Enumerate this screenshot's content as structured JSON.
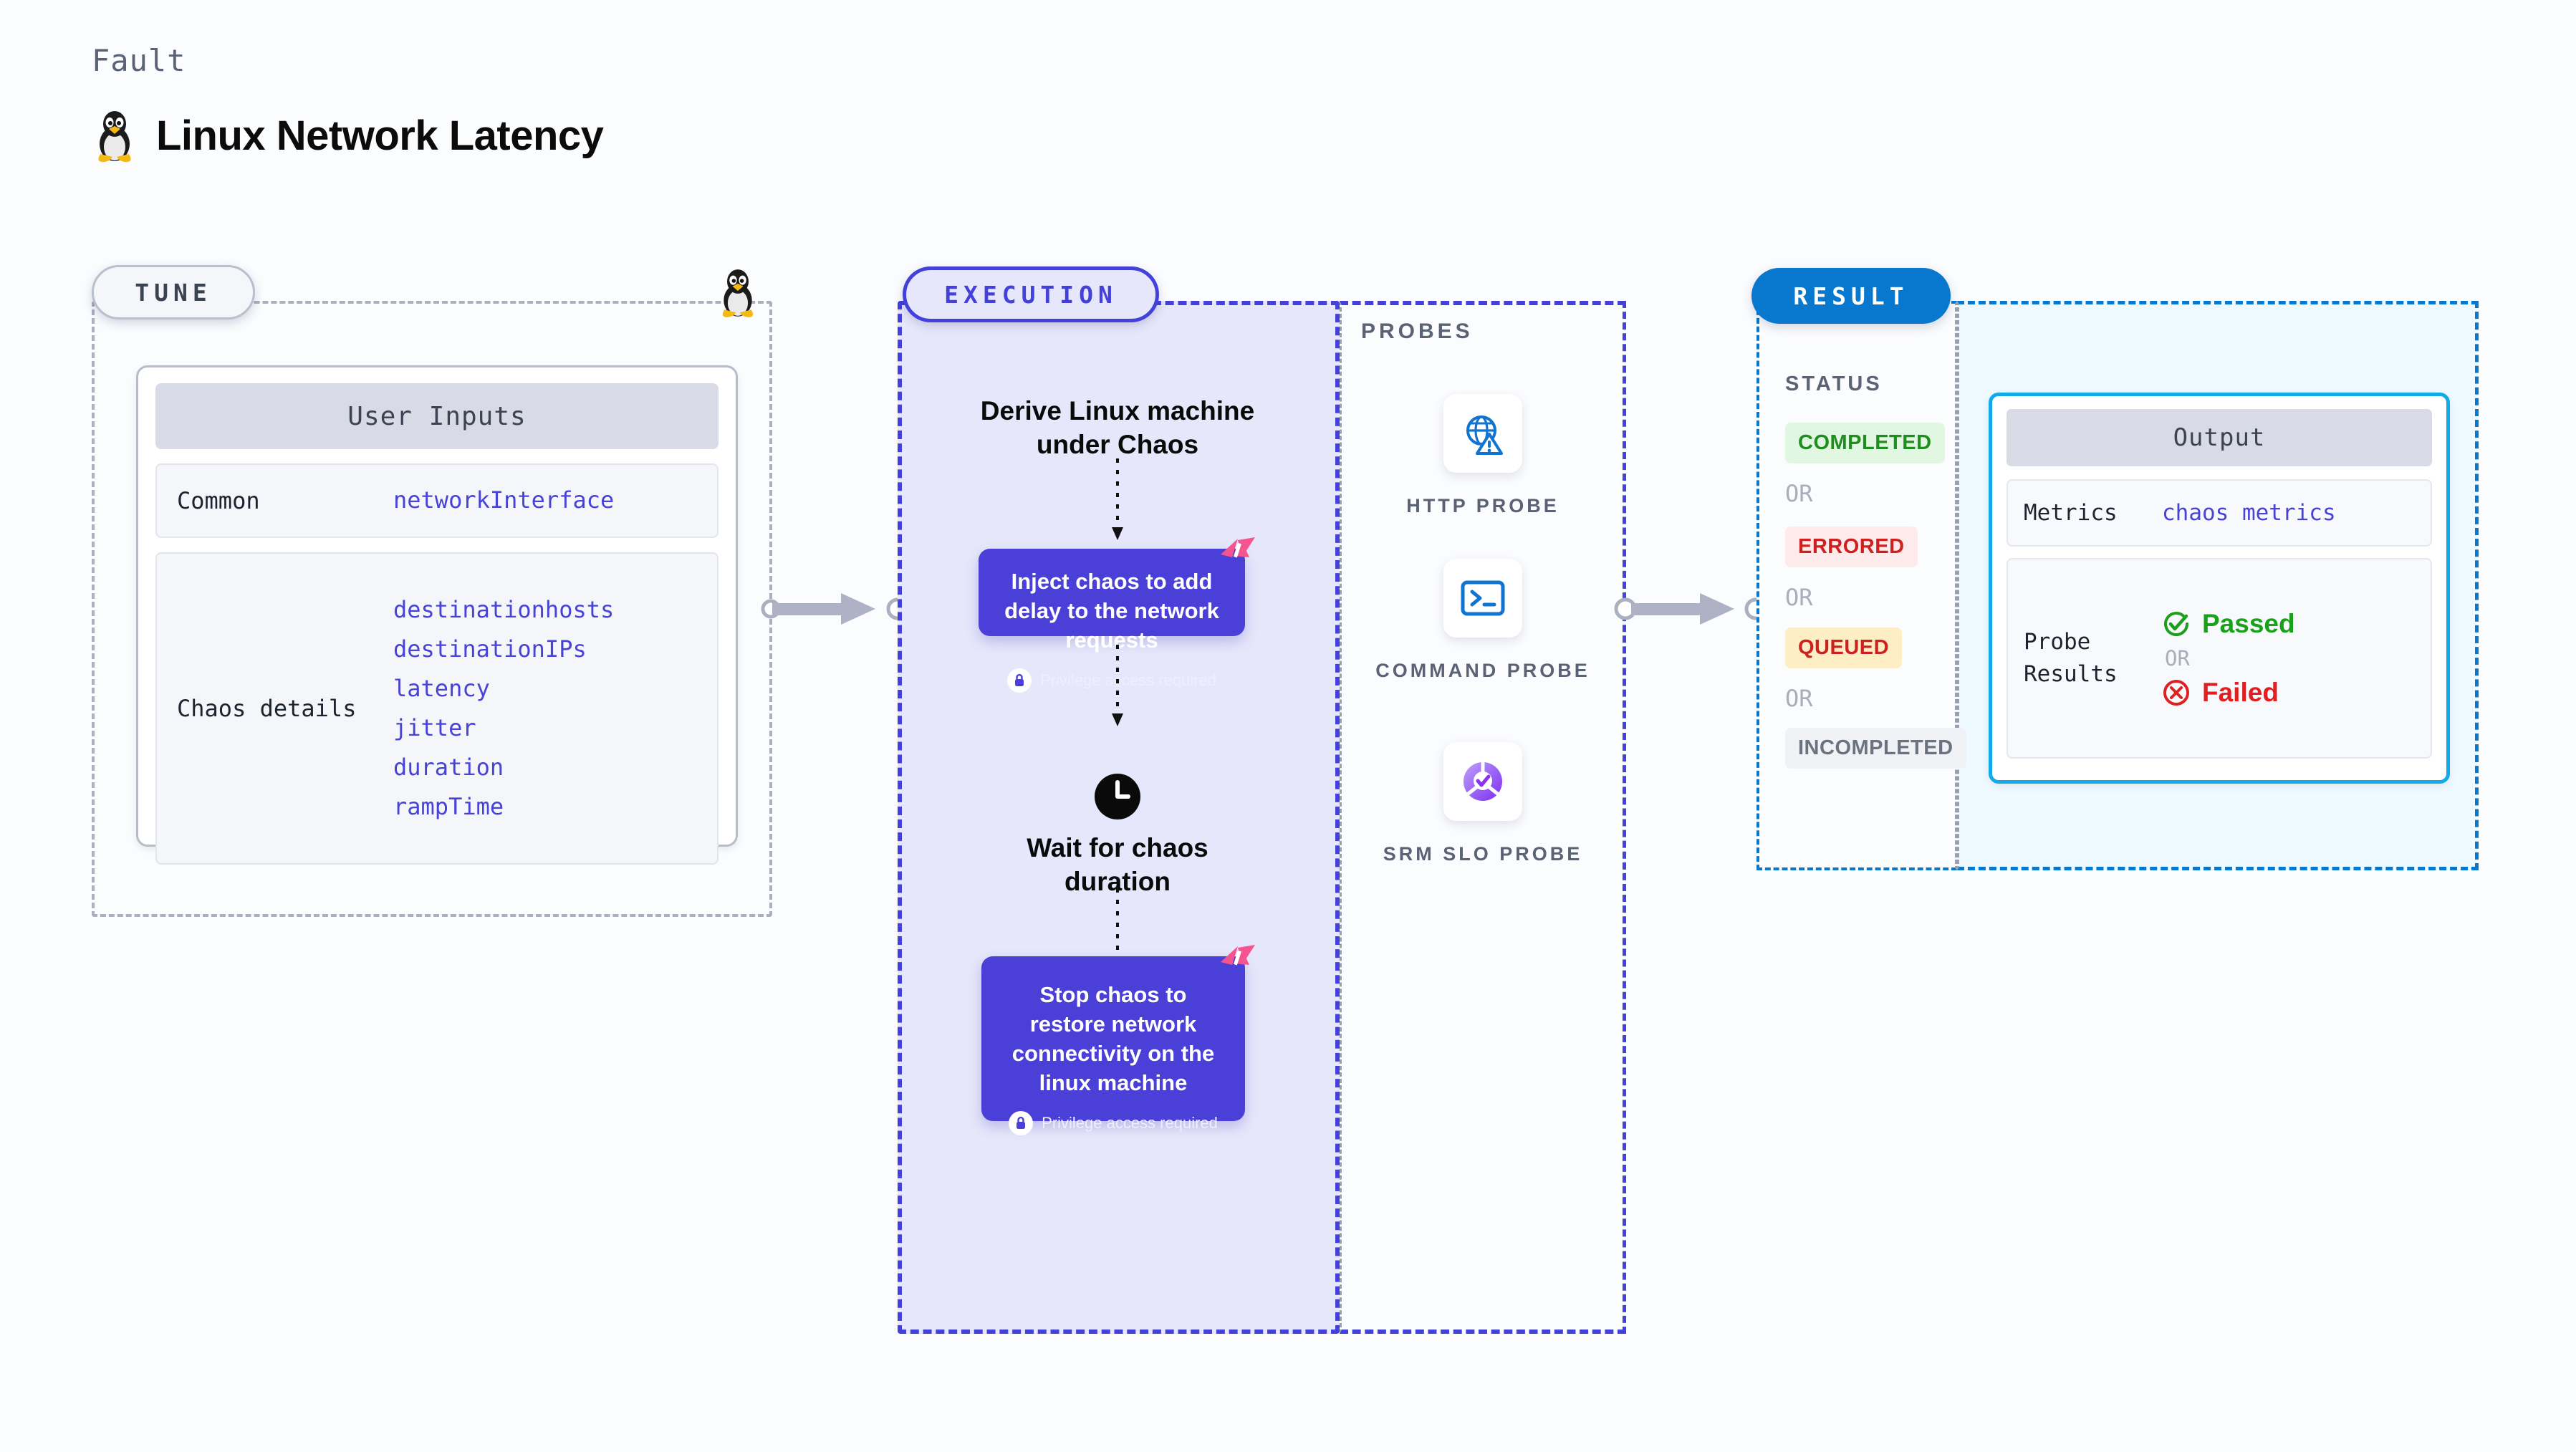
{
  "header": {
    "eyebrow": "Fault",
    "title": "Linux Network Latency",
    "icon": "linux-penguin-icon"
  },
  "tune": {
    "pill_label": "TUNE",
    "card_title": "User Inputs",
    "rows": [
      {
        "key": "Common",
        "values": [
          "networkInterface"
        ]
      },
      {
        "key": "Chaos details",
        "values": [
          "destinationhosts",
          "destinationIPs",
          "latency",
          "jitter",
          "duration",
          "rampTime"
        ]
      }
    ]
  },
  "execution": {
    "pill_label": "EXECUTION",
    "steps": [
      {
        "type": "title",
        "text": "Derive Linux machine under Chaos"
      },
      {
        "type": "chaos",
        "text": "Inject chaos to add delay to the network requests",
        "note": "Privilege access required",
        "badge": "harness-logo-icon"
      },
      {
        "type": "wait",
        "icon": "clock-icon",
        "text": "Wait for chaos duration"
      },
      {
        "type": "chaos",
        "text": "Stop chaos to restore network connectivity on the linux machine",
        "note": "Privilege access required",
        "badge": "harness-logo-icon"
      }
    ]
  },
  "probes": {
    "label": "PROBES",
    "items": [
      {
        "icon": "globe-alert-icon",
        "label": "HTTP PROBE"
      },
      {
        "icon": "terminal-prompt-icon",
        "label": "COMMAND PROBE"
      },
      {
        "icon": "srm-slo-donut-icon",
        "label": "SRM SLO PROBE"
      }
    ]
  },
  "result": {
    "pill_label": "RESULT",
    "status_label": "STATUS",
    "or_label": "OR",
    "statuses": [
      {
        "text": "COMPLETED",
        "color": "#1e8e1e",
        "bg": "#e2f7e2"
      },
      {
        "text": "ERRORED",
        "color": "#cf2020",
        "bg": "#fdeaea"
      },
      {
        "text": "QUEUED",
        "color": "#cf2020",
        "bg": "#fdeec6"
      },
      {
        "text": "INCOMPLETED",
        "color": "#6b7280",
        "bg": "#f1f2f6"
      }
    ],
    "output": {
      "title": "Output",
      "metrics_key": "Metrics",
      "metrics_value": "chaos metrics",
      "probe_results_key": "Probe Results",
      "passed": "Passed",
      "failed": "Failed",
      "or_label": "OR"
    }
  },
  "colors": {
    "indigo": "#4341da",
    "chaos_box": "#4a3fd6",
    "result_blue": "#0878ce",
    "cyan": "#12aae8",
    "harness_pink": "#f4558f"
  }
}
